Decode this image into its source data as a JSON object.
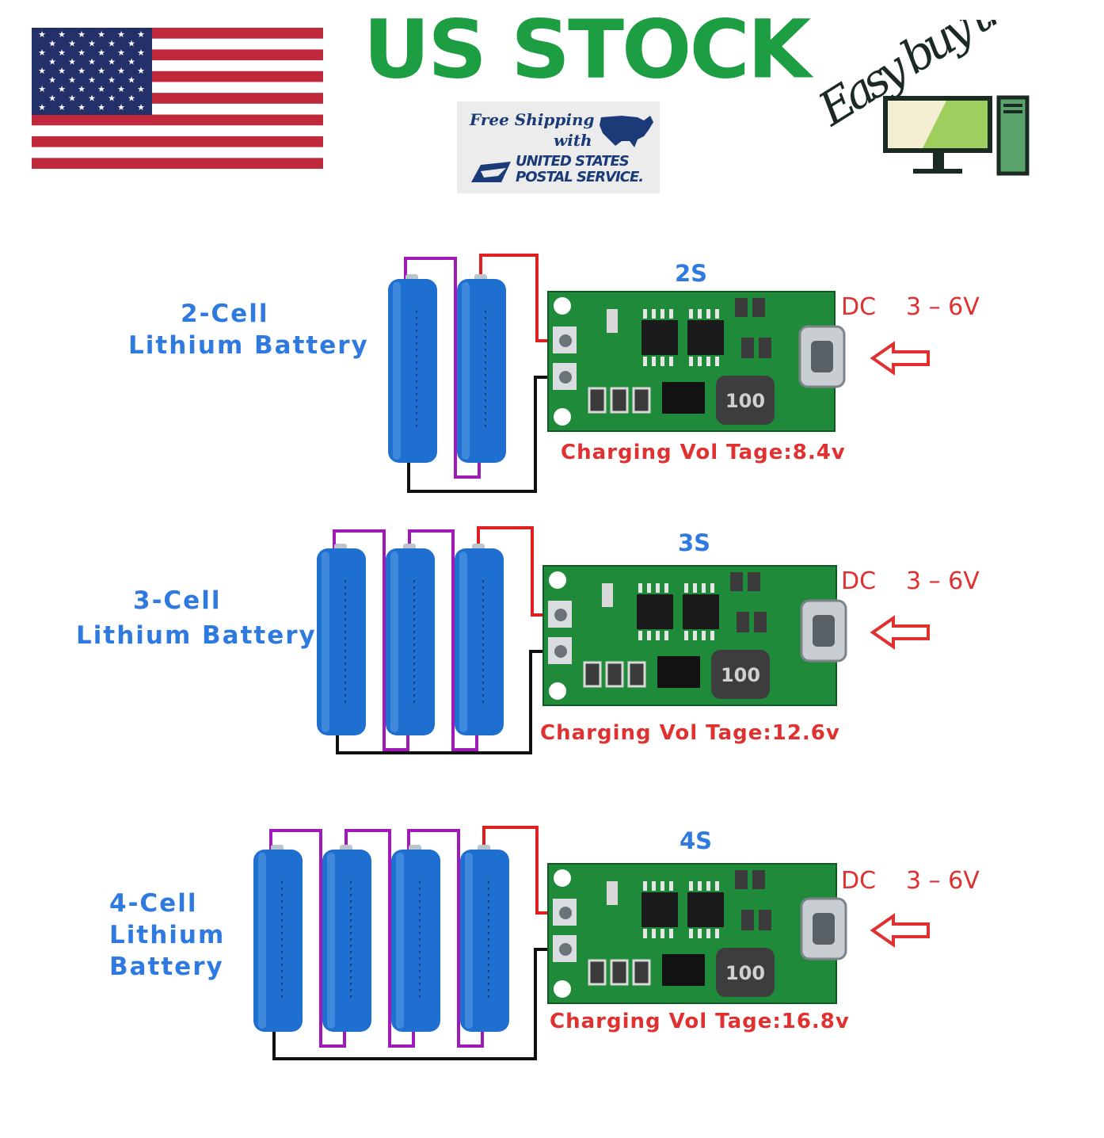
{
  "header": {
    "headline": "US STOCK",
    "shipping_badge": {
      "line1": "Free Shipping",
      "line2": "with",
      "line3": "UNITED STATES",
      "line4": "POSTAL SERVICE."
    },
    "brand": "Easy buy tronix"
  },
  "colors": {
    "headline": "#1e9e43",
    "label_blue": "#2f7ae0",
    "label_red": "#e03030",
    "battery": "#1f6fd0",
    "pcb": "#1f8a3a",
    "wire_purple": "#a01ab8",
    "wire_red": "#e02020",
    "wire_black": "#111111"
  },
  "diagrams": [
    {
      "config": "2S",
      "label_line1": "2-Cell",
      "label_line2": "Lithium Battery",
      "label_line3": "",
      "cells": 2,
      "dc_text": "DC",
      "voltage_range": "3 – 6V",
      "charging": "Charging Vol Tage:8.4v"
    },
    {
      "config": "3S",
      "label_line1": "3-Cell",
      "label_line2": "Lithium Battery",
      "label_line3": "",
      "cells": 3,
      "dc_text": "DC",
      "voltage_range": "3 – 6V",
      "charging": "Charging Vol Tage:12.6v"
    },
    {
      "config": "4S",
      "label_line1": "4-Cell",
      "label_line2": "Lithium",
      "label_line3": "Battery",
      "cells": 4,
      "dc_text": "DC",
      "voltage_range": "3 – 6V",
      "charging": "Charging Vol Tage:16.8v"
    }
  ],
  "pcb_inductor_marking": "100"
}
